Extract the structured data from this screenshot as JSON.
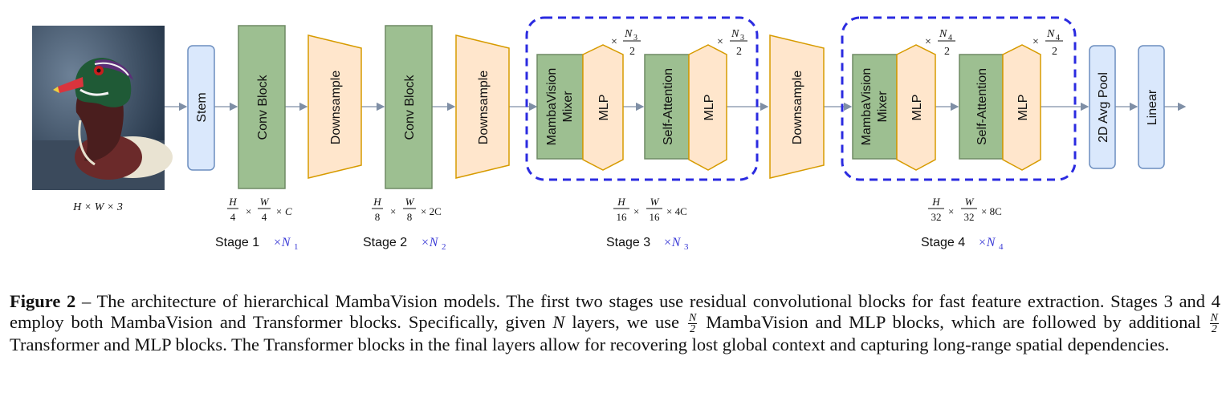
{
  "blocks": {
    "stem": "Stem",
    "conv1": "Conv Block",
    "down1": "Downsample",
    "conv2": "Conv Block",
    "down2": "Downsample",
    "mixer3_a": "MambaVision",
    "mixer3_b": "Mixer",
    "mlp3a": "MLP",
    "attn3": "Self-Attention",
    "mlp3b": "MLP",
    "down3": "Downsample",
    "mixer4_a": "MambaVision",
    "mixer4_b": "Mixer",
    "mlp4a": "MLP",
    "attn4": "Self-Attention",
    "mlp4b": "MLP",
    "pool": "2D Avg Pool",
    "linear": "Linear"
  },
  "input_dims": "H × W × 3",
  "stages": {
    "s1": {
      "name": "Stage 1",
      "mult": "×N",
      "sub": "1",
      "dim_num_h": "H",
      "dim_den_h": "4",
      "dim_num_w": "W",
      "dim_den_w": "4",
      "dim_tail": "× C"
    },
    "s2": {
      "name": "Stage 2",
      "mult": "×N",
      "sub": "2",
      "dim_num_h": "H",
      "dim_den_h": "8",
      "dim_num_w": "W",
      "dim_den_w": "8",
      "dim_tail": "× 2C"
    },
    "s3": {
      "name": "Stage 3",
      "mult": "×N",
      "sub": "3",
      "dim_num_h": "H",
      "dim_den_h": "16",
      "dim_num_w": "W",
      "dim_den_w": "16",
      "dim_tail": "× 4C"
    },
    "s4": {
      "name": "Stage 4",
      "mult": "×N",
      "sub": "4",
      "dim_num_h": "H",
      "dim_den_h": "32",
      "dim_num_w": "W",
      "dim_den_w": "32",
      "dim_tail": "× 8C"
    }
  },
  "repeat": {
    "times": "×",
    "n3": "N",
    "n3_sub": "3",
    "n4": "N",
    "n4_sub": "4",
    "den": "2"
  },
  "caption": {
    "label": "Figure 2",
    "dash": " – ",
    "p1": "The architecture of hierarchical MambaVision models. The first two stages use residual convolutional blocks for fast feature extraction. Stages 3 and 4 employ both MambaVision and Transformer blocks. Specifically, given ",
    "n": "N",
    "p2": " layers, we use ",
    "frac_num": "N",
    "frac_den": "2",
    "p3": " MambaVision and MLP blocks, which are followed by additional ",
    "p4": " Transformer and MLP blocks. The Transformer blocks in the final layers allow for recovering lost global context and capturing long-range spatial dependencies."
  },
  "colors": {
    "blue_box_fill": "#dae8fc",
    "blue_box_stroke": "#6c8ebf",
    "green_fill": "#9dbf91",
    "green_stroke": "#6e8a64",
    "orange_fill": "#ffe6cc",
    "orange_stroke": "#d79b00",
    "dashed": "#2b2be0",
    "arrow": "#7f8fa6"
  }
}
